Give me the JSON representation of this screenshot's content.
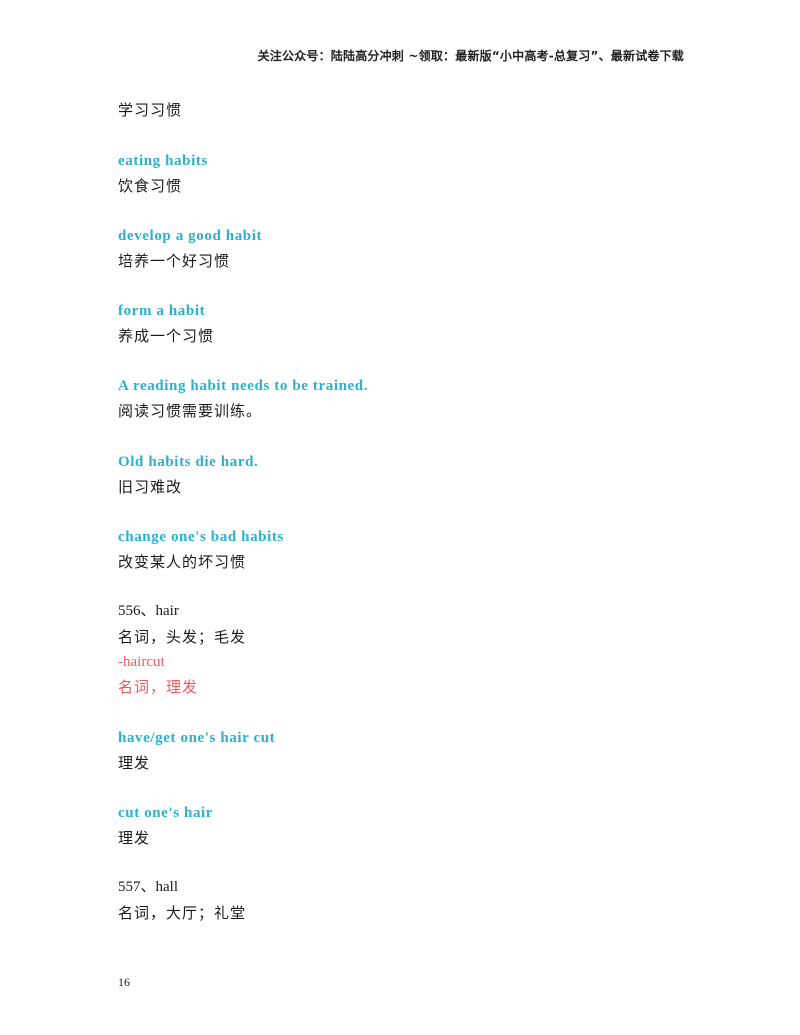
{
  "header": {
    "text": "关注公众号：陆陆高分冲刺  ~领取：最新版“小中高考-总复习”、最新试卷下载"
  },
  "content": {
    "l0": "学习习惯",
    "p1_en": "eating habits",
    "p1_zh": "饮食习惯",
    "p2_en": "develop a good habit",
    "p2_zh": "培养一个好习惯",
    "p3_en": "form a habit",
    "p3_zh": "养成一个习惯",
    "p4_en": "A reading habit needs to be trained.",
    "p4_zh": "阅读习惯需要训练。",
    "p5_en": "Old habits die hard.",
    "p5_zh": "旧习难改",
    "p6_en": "change one's bad habits",
    "p6_zh": "改变某人的坏习惯",
    "w556": "556、hair",
    "w556_def": "名词，头发；毛发",
    "w556_deriv": "-haircut",
    "w556_deriv_def": "名词，理发",
    "p7_en": "have/get one's hair cut",
    "p7_zh": "理发",
    "p8_en": "cut one's hair",
    "p8_zh": "理发",
    "w557": "557、hall",
    "w557_def": "名词，大厅；礼堂"
  },
  "footer": {
    "page_number": "16"
  },
  "colors": {
    "phrase": "#2bb0cf",
    "derivative": "#f05a5a",
    "text": "#1a1a1a"
  }
}
